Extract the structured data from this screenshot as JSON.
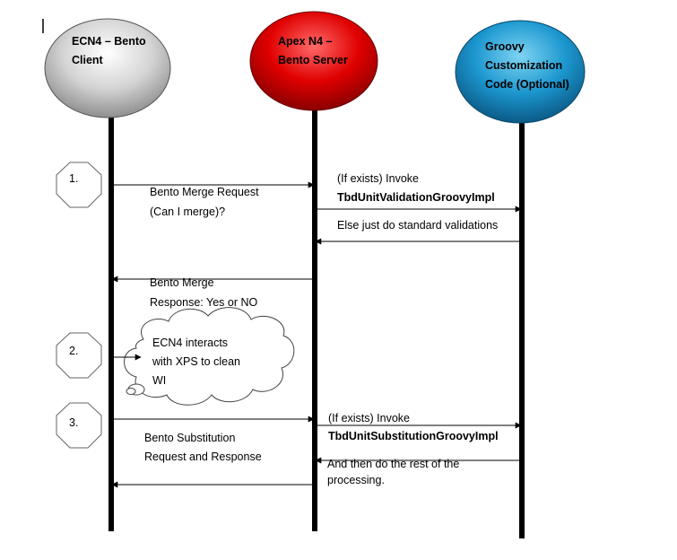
{
  "participants": {
    "client": {
      "line1": "ECN4 – Bento",
      "line2": "Client"
    },
    "server": {
      "line1": "Apex N4 –",
      "line2": "Bento Server"
    },
    "groovy": {
      "line1": "Groovy",
      "line2": "Customization",
      "line3": "Code (Optional)"
    }
  },
  "steps": {
    "s1": "1.",
    "s2": "2.",
    "s3": "3."
  },
  "messages": {
    "merge_request_1": "Bento Merge Request",
    "merge_request_2": "(Can I merge)?",
    "invoke_validation_1": "(If exists) Invoke",
    "invoke_validation_2": "TbdUnitValidationGroovyImpl",
    "else_standard": "Else just do standard validations",
    "merge_response_1": "Bento Merge",
    "merge_response_2": "Response: Yes or NO",
    "cloud_1": "ECN4 interacts",
    "cloud_2": "with XPS to clean",
    "cloud_3": "WI",
    "invoke_substitution_1": "(If exists) Invoke",
    "invoke_substitution_2": "TbdUnitSubstitutionGroovyImpl",
    "substitution_1": "Bento Substitution",
    "substitution_2": "Request  and Response",
    "rest_1": "And then do the rest of the",
    "rest_2": "processing."
  },
  "colors": {
    "client": "#b5b5b5",
    "server": "#cc0000",
    "groovy": "#1a8ec7"
  }
}
